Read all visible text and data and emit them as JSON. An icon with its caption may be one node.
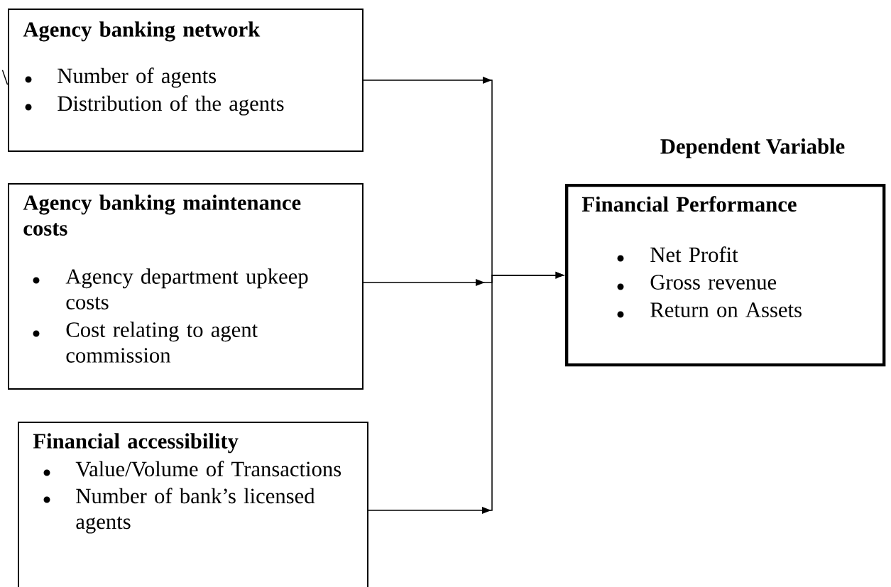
{
  "diagram": {
    "nodes": [
      {
        "text": [
          "Agency banking network",
          "Number of agents",
          "Distribution of the agents"
        ],
        "beside": [
          "\\"
        ]
      },
      {
        "text": [
          "Agency banking maintenance costs",
          "Agency department upkeep costs",
          "Cost relating to agent commission"
        ]
      },
      {
        "text": [
          "Financial accessibility",
          "Value/Volume of Transactions",
          "Number of bank’s licensed agents"
        ]
      },
      {
        "text": [
          "Financial Performance",
          "Net Profit",
          "Gross revenue",
          "Return on Assets"
        ],
        "beside": [
          "Dependent Variable"
        ]
      }
    ],
    "edges": [
      {
        "from": 0,
        "to": 3,
        "arrow": "to"
      },
      {
        "from": 1,
        "to": 3,
        "arrow": "to"
      },
      {
        "from": 2,
        "to": 3,
        "arrow": "to"
      }
    ]
  }
}
